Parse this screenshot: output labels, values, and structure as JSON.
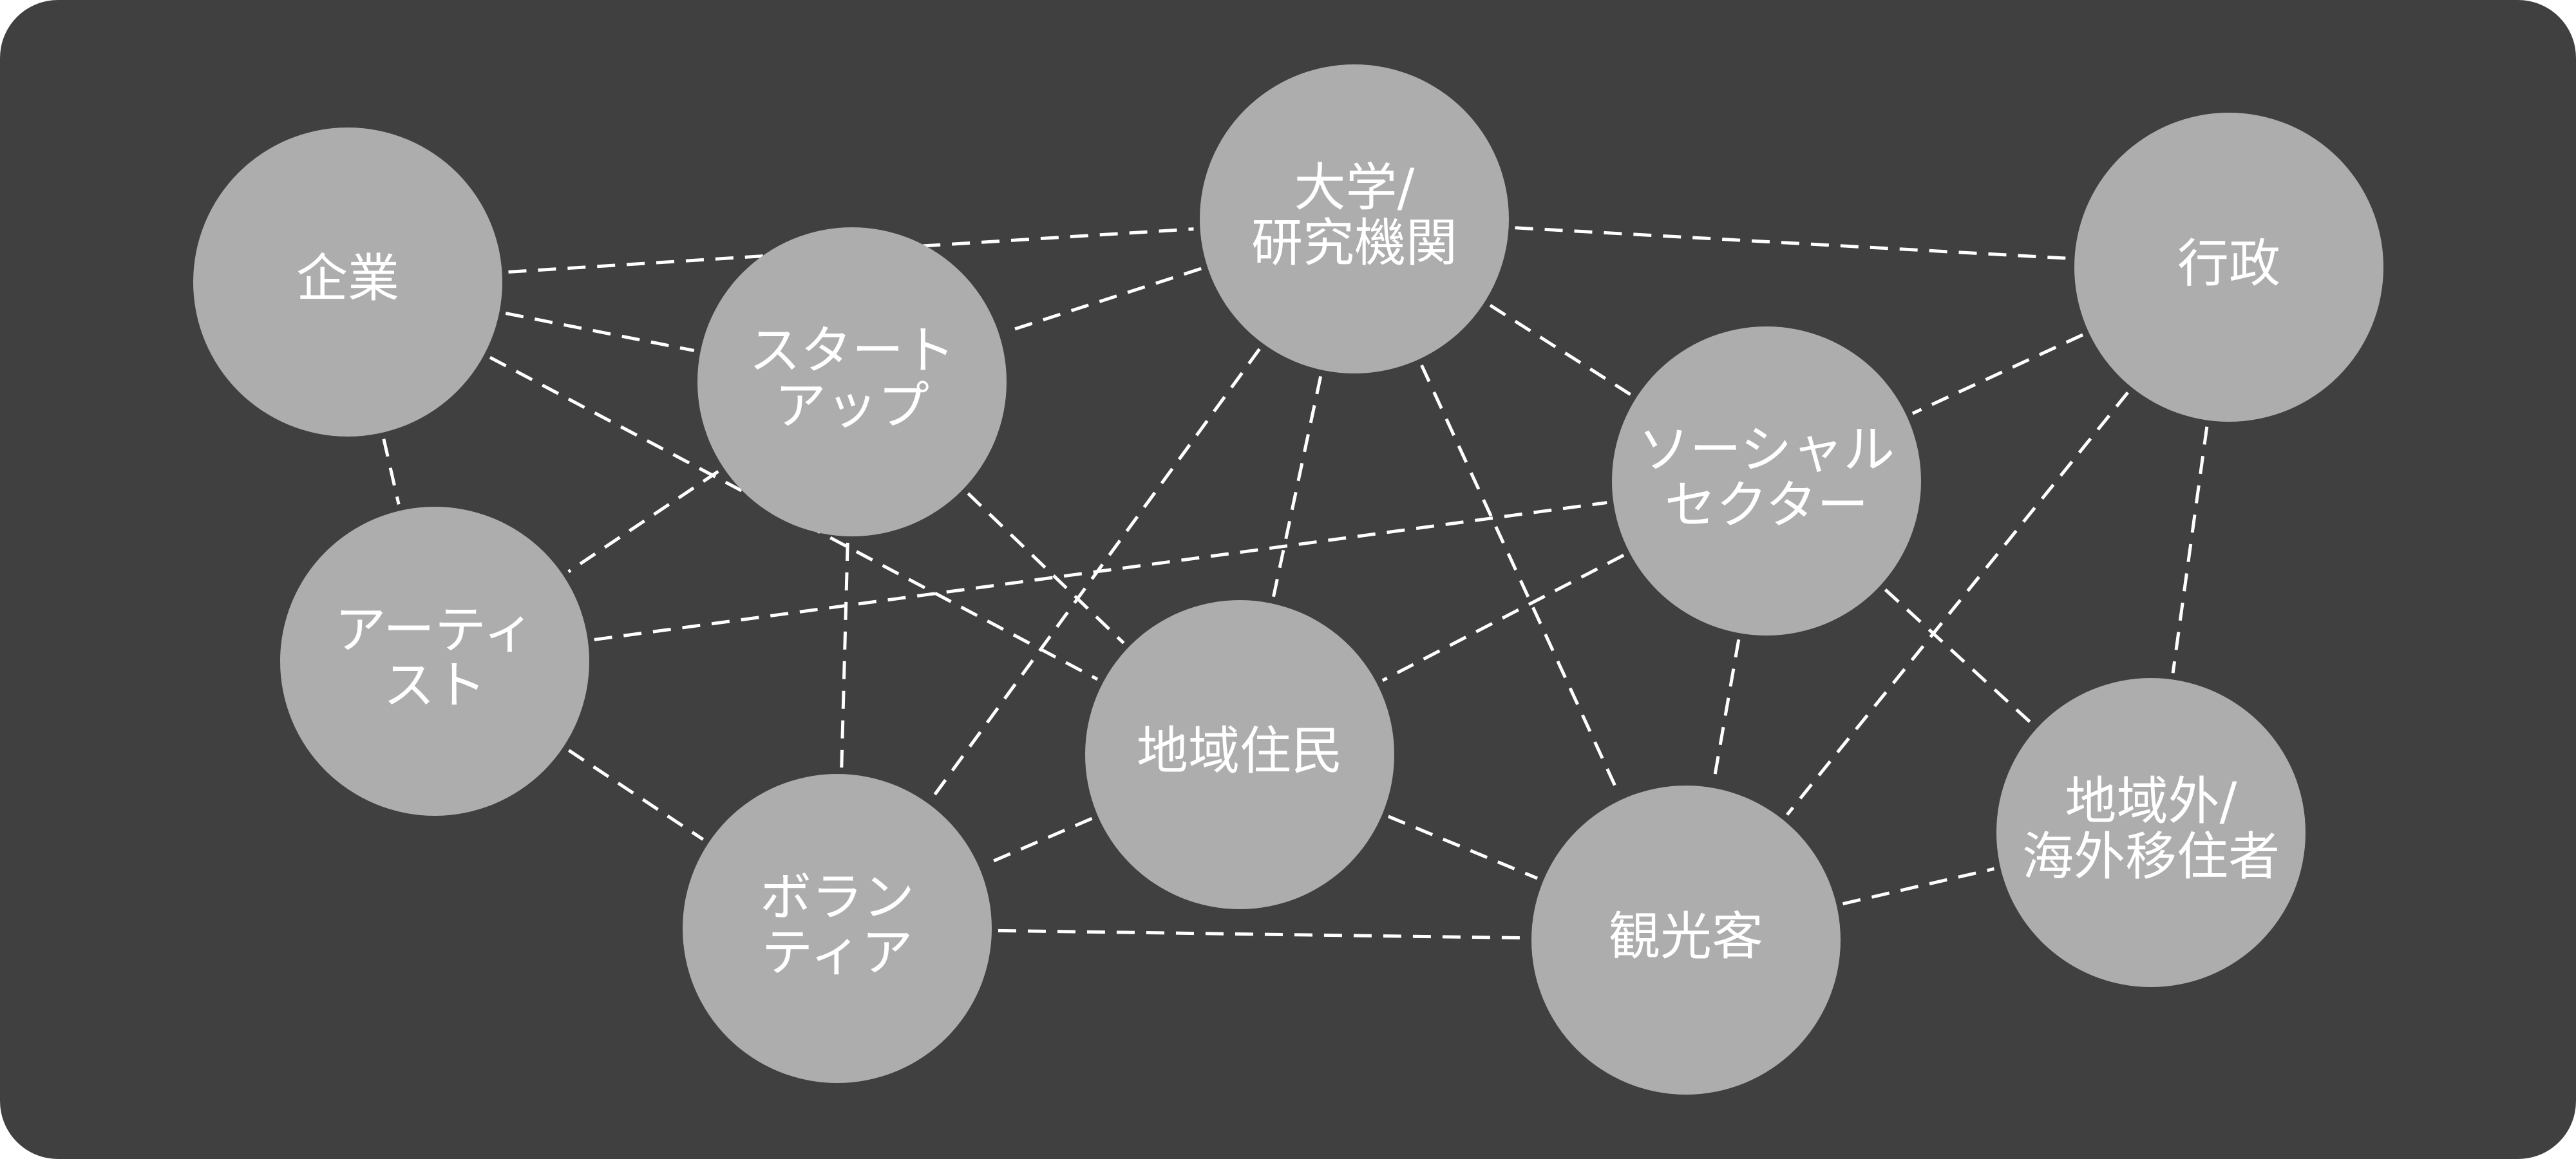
{
  "nodes": [
    {
      "id": "kigyo",
      "lines": [
        "企業"
      ]
    },
    {
      "id": "startup",
      "lines": [
        "スタート",
        "アップ"
      ]
    },
    {
      "id": "daigaku",
      "lines": [
        "大学/",
        "研究機関"
      ]
    },
    {
      "id": "gyosei",
      "lines": [
        "行政"
      ]
    },
    {
      "id": "social",
      "lines": [
        "ソーシャル",
        "セクター"
      ]
    },
    {
      "id": "artist",
      "lines": [
        "アーティ",
        "スト"
      ]
    },
    {
      "id": "chiiki",
      "lines": [
        "地域住民"
      ]
    },
    {
      "id": "volunteer",
      "lines": [
        "ボラン",
        "ティア"
      ]
    },
    {
      "id": "kankokyaku",
      "lines": [
        "観光客"
      ]
    },
    {
      "id": "iju",
      "lines": [
        "地域外/",
        "海外移住者"
      ]
    }
  ],
  "edges": [
    [
      "kigyo",
      "daigaku"
    ],
    [
      "kigyo",
      "startup"
    ],
    [
      "kigyo",
      "artist"
    ],
    [
      "kigyo",
      "chiiki"
    ],
    [
      "daigaku",
      "gyosei"
    ],
    [
      "daigaku",
      "startup"
    ],
    [
      "daigaku",
      "social"
    ],
    [
      "daigaku",
      "chiiki"
    ],
    [
      "daigaku",
      "volunteer"
    ],
    [
      "daigaku",
      "kankokyaku"
    ],
    [
      "startup",
      "artist"
    ],
    [
      "startup",
      "volunteer"
    ],
    [
      "startup",
      "chiiki"
    ],
    [
      "artist",
      "social"
    ],
    [
      "artist",
      "volunteer"
    ],
    [
      "gyosei",
      "social"
    ],
    [
      "gyosei",
      "kankokyaku"
    ],
    [
      "gyosei",
      "iju"
    ],
    [
      "social",
      "chiiki"
    ],
    [
      "social",
      "kankokyaku"
    ],
    [
      "social",
      "iju"
    ],
    [
      "chiiki",
      "volunteer"
    ],
    [
      "chiiki",
      "kankokyaku"
    ],
    [
      "volunteer",
      "kankokyaku"
    ],
    [
      "kankokyaku",
      "iju"
    ]
  ],
  "colors": {
    "background": "#404040",
    "node_fill": "#adadad",
    "line_and_text": "#ffffff"
  }
}
